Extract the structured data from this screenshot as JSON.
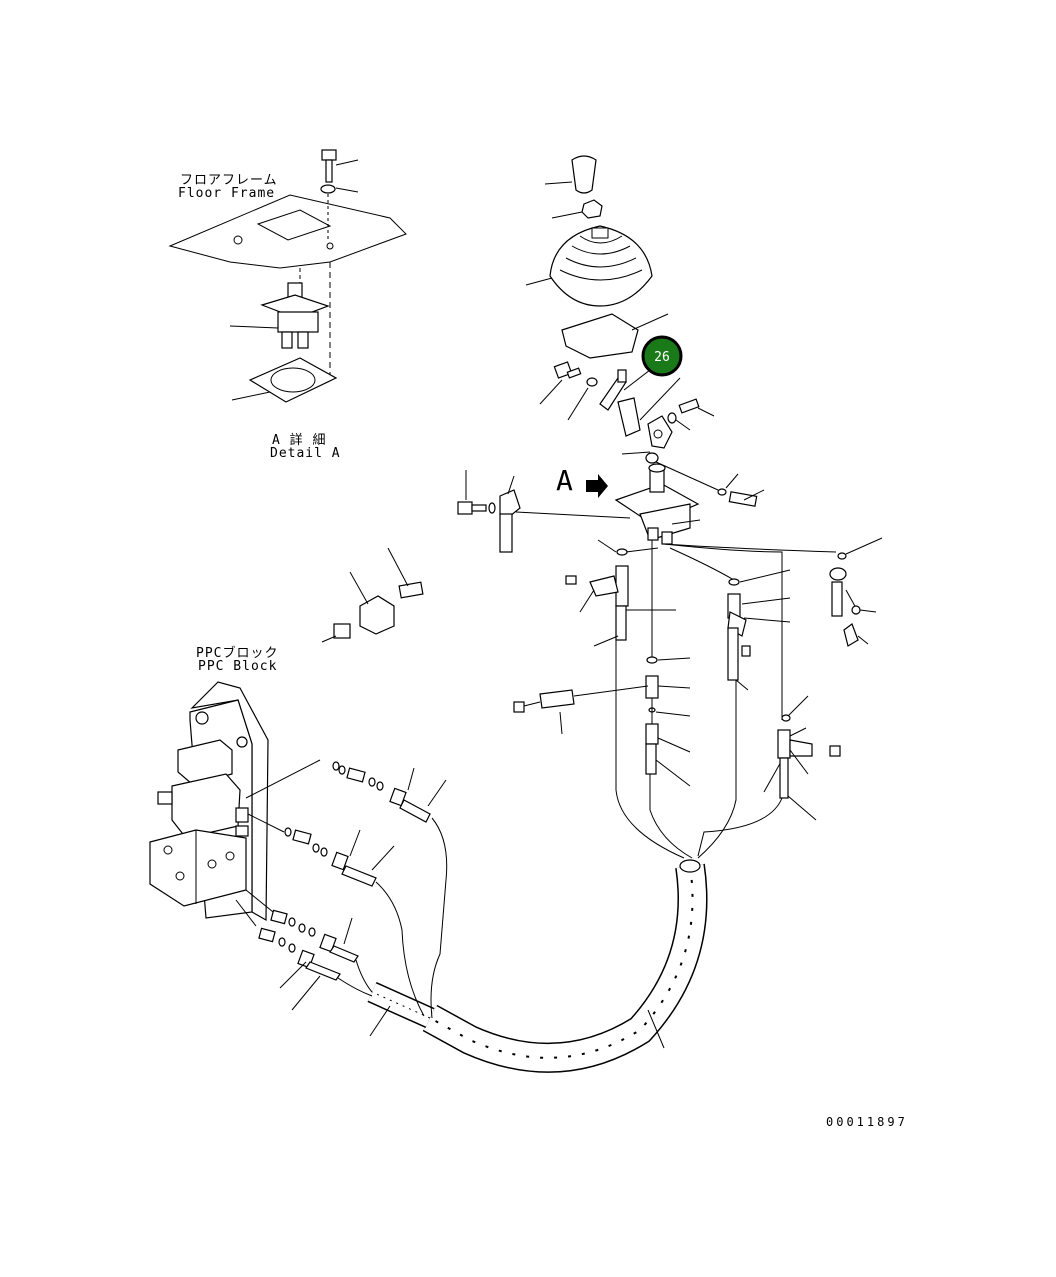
{
  "labels": {
    "floor_frame_jp": "フロアフレーム",
    "floor_frame_en": "Floor Frame",
    "detail_a_jp": "A 詳 細",
    "detail_a_en": "Detail A",
    "ppc_block_jp": "PPCブロック",
    "ppc_block_en": "PPC Block",
    "view_arrow": "A",
    "drawing_number": "00011897"
  },
  "highlight": {
    "number": "26",
    "color": "#1a7a1a"
  },
  "colors": {
    "line": "#000000",
    "background": "#ffffff"
  }
}
